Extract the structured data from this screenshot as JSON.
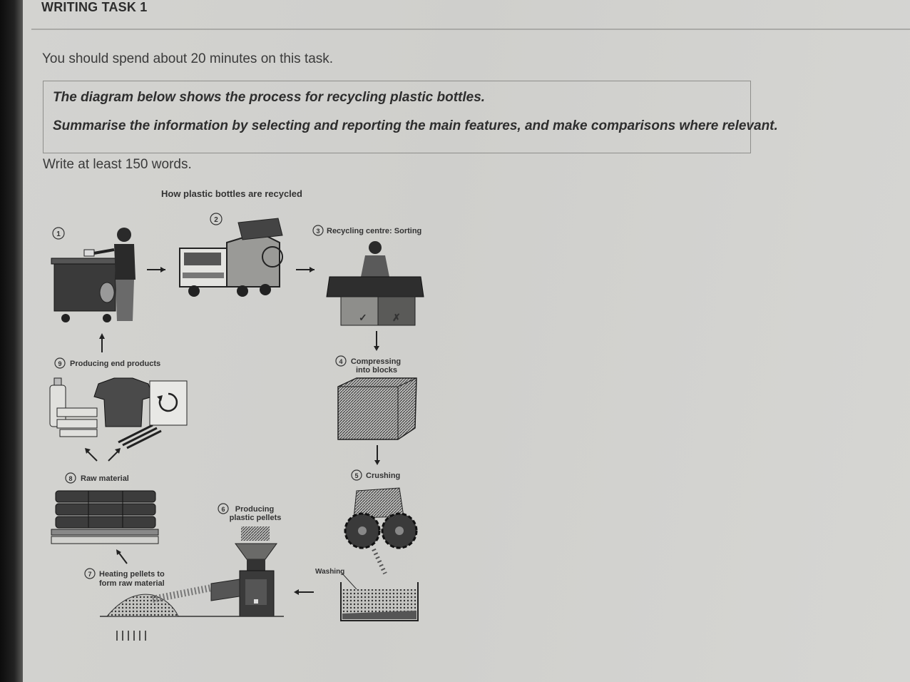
{
  "header": {
    "title": "WRITING TASK 1"
  },
  "instructions": {
    "time": "You should spend about 20 minutes on this task.",
    "prompt_line1": "The diagram below shows the process for recycling plastic bottles.",
    "prompt_line2": "Summarise the information by selecting and reporting the main features, and make comparisons where relevant.",
    "word_count": "Write at least 150 words."
  },
  "diagram": {
    "title": "How plastic bottles are recycled",
    "stages": [
      {
        "number": "1",
        "label": ""
      },
      {
        "number": "2",
        "label": ""
      },
      {
        "number": "3",
        "label": "Recycling centre: Sorting"
      },
      {
        "number": "4",
        "label_line1": "Compressing",
        "label_line2": "into blocks"
      },
      {
        "number": "5",
        "label": "Crushing"
      },
      {
        "number": "6",
        "label_line1": "Producing",
        "label_line2": "plastic pellets"
      },
      {
        "number": "7",
        "label_line1": "Heating pellets to",
        "label_line2": "form raw material"
      },
      {
        "number": "8",
        "label": "Raw material"
      },
      {
        "number": "9",
        "label": "Producing end products"
      }
    ],
    "washing_label": "Washing",
    "sorting_marks": [
      "✓",
      "✗"
    ]
  },
  "icons": {
    "recycle": "recycle-icon",
    "arrow": "arrow-icon"
  },
  "colors": {
    "background": "#d3d3d0",
    "text": "#333333",
    "ink": "#222222"
  }
}
